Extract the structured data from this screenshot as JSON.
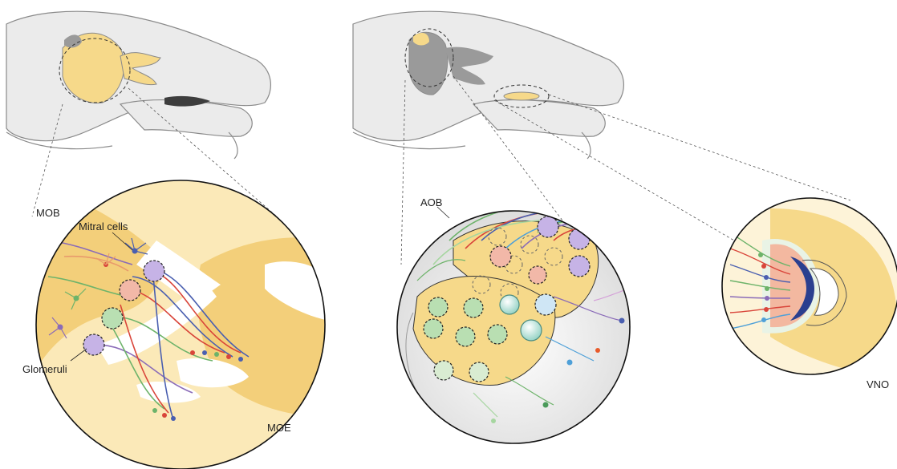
{
  "labels": {
    "mob": "MOB",
    "mitral_cells": "Mitral cells",
    "glomeruli": "Glomeruli",
    "moe": "MOE",
    "aob": "AOB",
    "vno": "VNO"
  },
  "colors": {
    "skull_fill": "#ebebeb",
    "skull_stroke": "#8a8a8a",
    "bulb_yellow": "#f6d98a",
    "tissue_light": "#fbe9b8",
    "gray_region": "#9a9a9a",
    "neuron_red": "#d9453a",
    "neuron_blue": "#4a5fb0",
    "neuron_green": "#6db36a",
    "neuron_purple": "#8a6bb8",
    "neuron_orange": "#e89a6c",
    "neuron_teal": "#4fb0a8"
  }
}
